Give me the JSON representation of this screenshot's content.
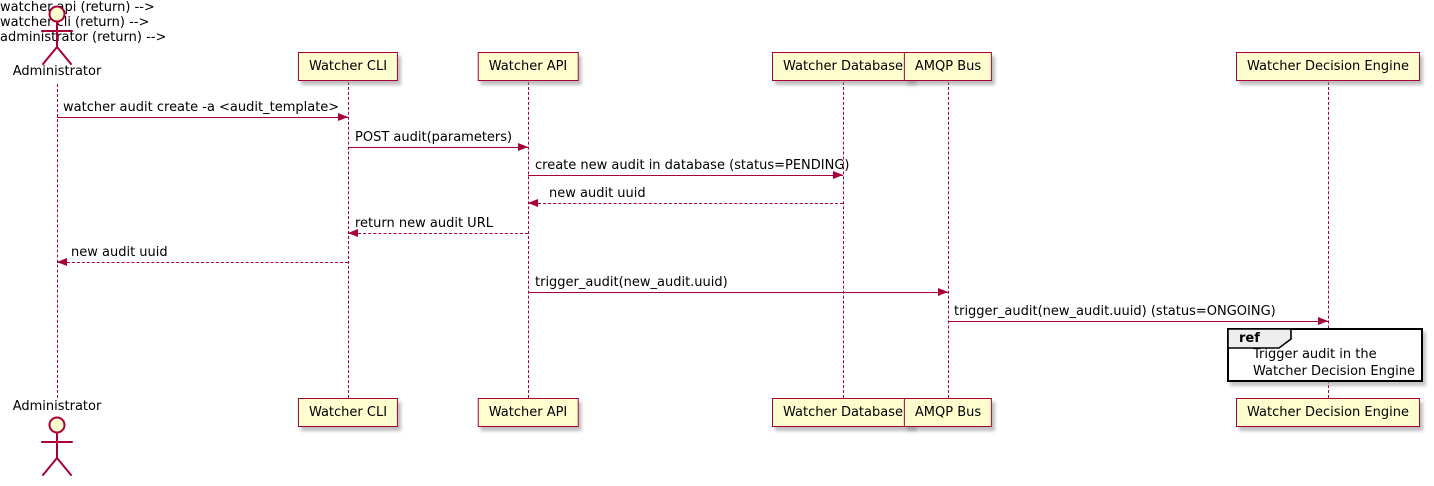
{
  "diagram": {
    "type": "sequence-diagram",
    "participants": [
      {
        "id": "administrator",
        "label": "Administrator",
        "kind": "actor"
      },
      {
        "id": "watcher-cli",
        "label": "Watcher CLI",
        "kind": "participant"
      },
      {
        "id": "watcher-api",
        "label": "Watcher API",
        "kind": "participant"
      },
      {
        "id": "watcher-database",
        "label": "Watcher Database",
        "kind": "participant"
      },
      {
        "id": "amqp-bus",
        "label": "AMQP Bus",
        "kind": "participant"
      },
      {
        "id": "watcher-decision-engine",
        "label": "Watcher Decision Engine",
        "kind": "participant"
      }
    ],
    "messages": [
      {
        "from": "administrator",
        "to": "watcher-cli",
        "label": "watcher audit create -a <audit_template>",
        "line": "solid"
      },
      {
        "from": "watcher-cli",
        "to": "watcher-api",
        "label": "POST audit(parameters)",
        "line": "solid"
      },
      {
        "from": "watcher-api",
        "to": "watcher-database",
        "label": "create new audit in database (status=PENDING)",
        "line": "solid"
      },
      {
        "from": "watcher-database",
        "to": "watcher-api",
        "label": "new audit uuid",
        "line": "dashed"
      },
      {
        "from": "watcher-api",
        "to": "watcher-cli",
        "label": "return new audit URL",
        "line": "dashed"
      },
      {
        "from": "watcher-cli",
        "to": "administrator",
        "label": "new audit uuid",
        "line": "dashed"
      },
      {
        "from": "watcher-api",
        "to": "amqp-bus",
        "label": "trigger_audit(new_audit.uuid)",
        "line": "solid"
      },
      {
        "from": "amqp-bus",
        "to": "watcher-decision-engine",
        "label": "trigger_audit(new_audit.uuid) (status=ONGOING)",
        "line": "solid"
      }
    ],
    "ref": {
      "keyword": "ref",
      "over": "watcher-decision-engine",
      "text_lines": [
        "Trigger audit in the",
        "Watcher Decision Engine"
      ]
    },
    "colors": {
      "stroke": "#A80036",
      "participant_fill": "#FEFECE",
      "text": "#000000",
      "ref_border": "#000000",
      "ref_header_fill": "#EEEEEE",
      "background": "#FFFFFF"
    }
  }
}
